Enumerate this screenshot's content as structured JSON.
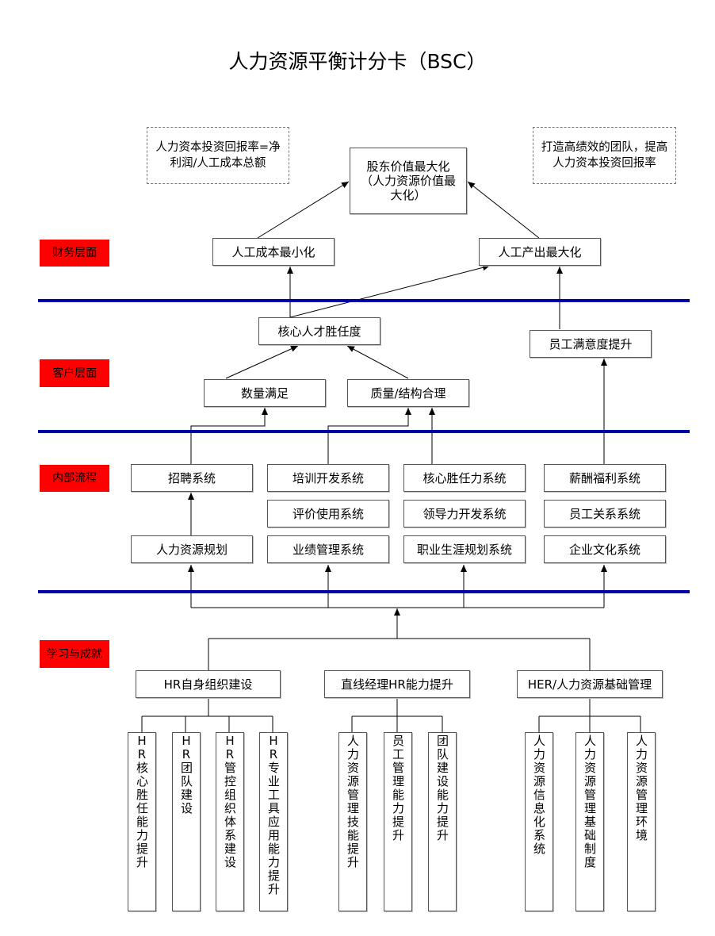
{
  "title": "人力资源平衡计分卡（BSC）",
  "colors": {
    "layer_bg": "#ff0000",
    "divider": "#0000a8"
  },
  "notes": {
    "left": "人力资本投资回报率=净利润/人工成本总额",
    "right": "打造高绩效的团队，提高人力资本投资回报率"
  },
  "top_goal": "股东价值最大化（人力资源价值最大化）",
  "layers": {
    "finance": "财务层面",
    "customer": "客户层面",
    "internal": "内部流程",
    "learning": "学习与成就"
  },
  "finance": {
    "cost_min": "人工成本最小化",
    "output_max": "人工产出最大化"
  },
  "customer": {
    "core_talent": "核心人才胜任度",
    "satisfaction": "员工满意度提升",
    "quantity": "数量满足",
    "quality": "质量/结构合理"
  },
  "internal": {
    "recruit": "招聘系统",
    "training": "培训开发系统",
    "competency": "核心胜任力系统",
    "compensation": "薪酬福利系统",
    "evaluation": "评价使用系统",
    "leadership": "领导力开发系统",
    "relations": "员工关系系统",
    "hr_planning": "人力资源规划",
    "performance": "业绩管理系统",
    "career": "职业生涯规划系统",
    "culture": "企业文化系统"
  },
  "learning": {
    "groups": [
      "HR自身组织建设",
      "直线经理HR能力提升",
      "HER/人力资源基础管理"
    ],
    "items": [
      "HR核心胜任能力提升",
      "HR团队建设",
      "HR管控组织体系建设",
      "HR专业工具应用能力提升",
      "人力资源管理技能提升",
      "员工管理能力提升",
      "团队建设能力提升",
      "人力资源信息化系统",
      "人力资源管理基础制度",
      "人力资源管理环境"
    ]
  }
}
